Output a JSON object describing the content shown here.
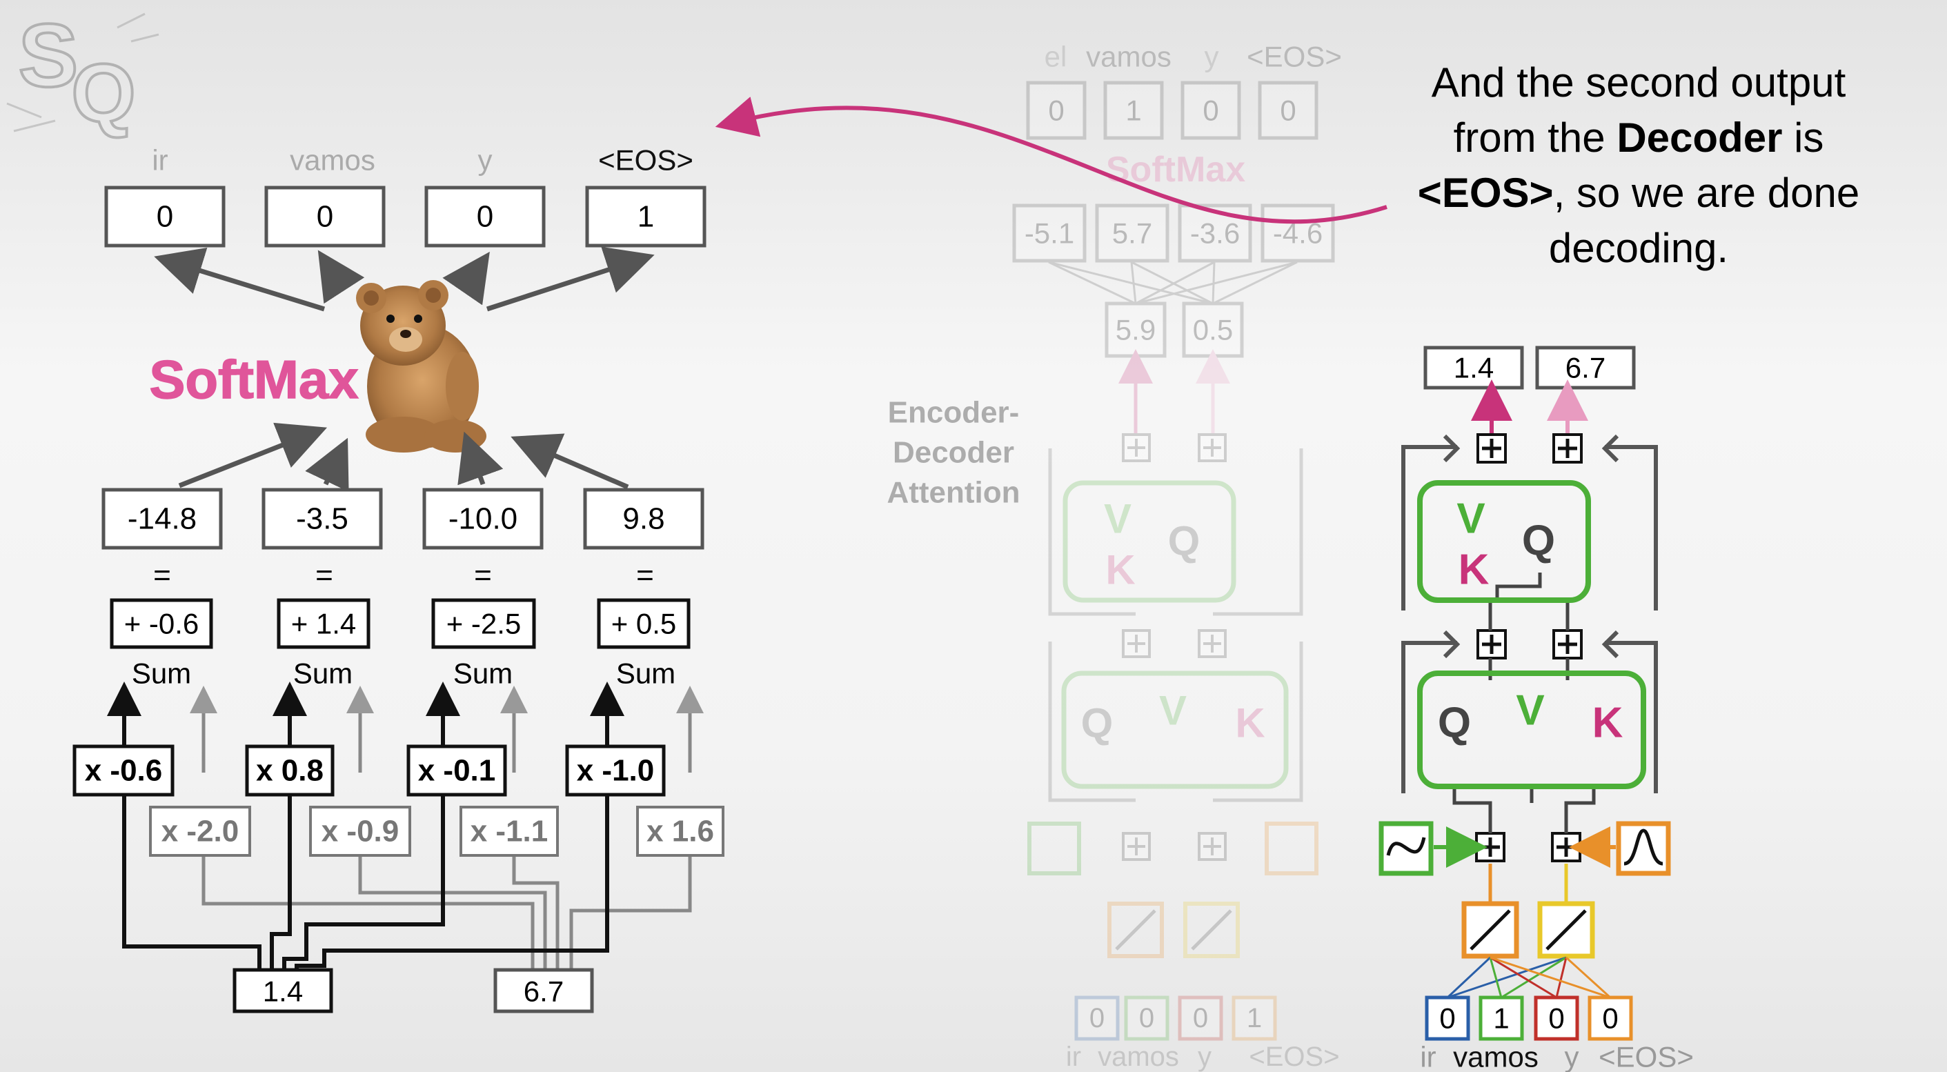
{
  "caption": {
    "line1": "And the second output",
    "line2a": "from the ",
    "line2b": "Decoder",
    "line2c": " is",
    "line3a": "<EOS>",
    "line3b": ", so we are done",
    "line4": "decoding."
  },
  "left": {
    "token_labels": [
      "ir",
      "vamos",
      "y",
      "<EOS>"
    ],
    "softmax_outputs": [
      "0",
      "0",
      "0",
      "1"
    ],
    "softmax_label": "SoftMax",
    "sums": [
      "-14.8",
      "-3.5",
      "-10.0",
      "9.8"
    ],
    "equals": "=",
    "biases": [
      "+ -0.6",
      "+ 1.4",
      "+ -2.5",
      "+ 0.5"
    ],
    "sum_label": "Sum",
    "weights_top": [
      "x -0.6",
      "x 0.8",
      "x -0.1",
      "x -1.0"
    ],
    "weights_bottom": [
      "x -2.0",
      "x -0.9",
      "x -1.1",
      "x 1.6"
    ],
    "inputs": [
      "1.4",
      "6.7"
    ]
  },
  "middle": {
    "token_labels": [
      "el",
      "vamos",
      "y",
      "<EOS>"
    ],
    "softmax_outputs": [
      "0",
      "1",
      "0",
      "0"
    ],
    "softmax_label": "SoftMax",
    "logits": [
      "-5.1",
      "5.7",
      "-3.6",
      "-4.6"
    ],
    "values": [
      "5.9",
      "0.5"
    ],
    "attention_label": [
      "Encoder-",
      "Decoder",
      "Attention"
    ],
    "bottom_inputs": [
      "0",
      "0",
      "0",
      "1"
    ],
    "bottom_labels": [
      "ir",
      "vamos",
      "y",
      "<EOS>"
    ],
    "v": "V",
    "k": "K",
    "q": "Q"
  },
  "right": {
    "outputs": [
      "1.4",
      "6.7"
    ],
    "bottom_inputs": [
      "0",
      "1",
      "0",
      "0"
    ],
    "bottom_labels": [
      "ir",
      "vamos",
      "y",
      "<EOS>"
    ],
    "v": "V",
    "k": "K",
    "q": "Q"
  },
  "colors": {
    "pink": "#c8337a",
    "softmax_pink": "#e0559a",
    "green": "#4caf38",
    "orange": "#e8902a",
    "blue": "#2a5fa8",
    "red": "#c0302a",
    "gray": "#555555"
  },
  "icons": [
    "statquest-logo",
    "teddy-bear-image",
    "plus-icon",
    "sine-icon",
    "linear-icon"
  ]
}
